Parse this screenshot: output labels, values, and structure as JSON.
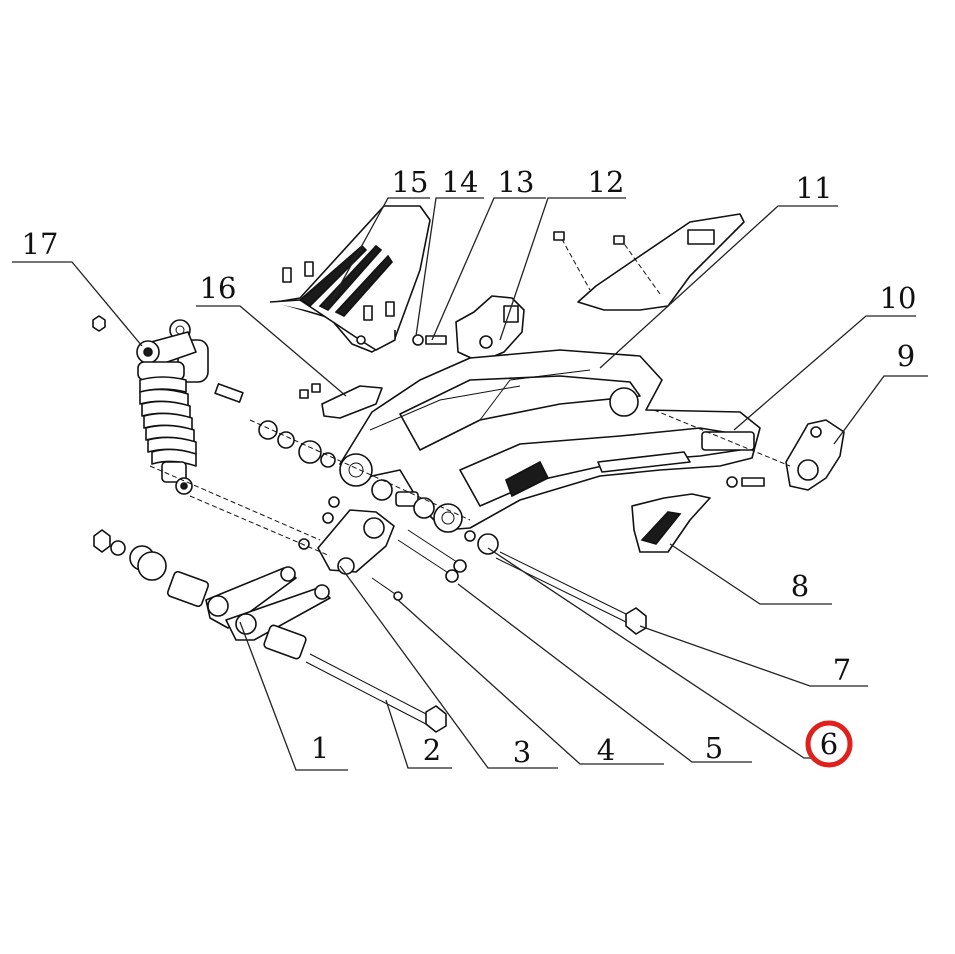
{
  "callouts": [
    {
      "id": "1",
      "label": "1",
      "highlighted": false
    },
    {
      "id": "2",
      "label": "2",
      "highlighted": false
    },
    {
      "id": "3",
      "label": "3",
      "highlighted": false
    },
    {
      "id": "4",
      "label": "4",
      "highlighted": false
    },
    {
      "id": "5",
      "label": "5",
      "highlighted": false
    },
    {
      "id": "6",
      "label": "6",
      "highlighted": true
    },
    {
      "id": "7",
      "label": "7",
      "highlighted": false
    },
    {
      "id": "8",
      "label": "8",
      "highlighted": false
    },
    {
      "id": "9",
      "label": "9",
      "highlighted": false
    },
    {
      "id": "10",
      "label": "10",
      "highlighted": false
    },
    {
      "id": "11",
      "label": "11",
      "highlighted": false
    },
    {
      "id": "12",
      "label": "12",
      "highlighted": false
    },
    {
      "id": "13",
      "label": "13",
      "highlighted": false
    },
    {
      "id": "14",
      "label": "14",
      "highlighted": false
    },
    {
      "id": "15",
      "label": "15",
      "highlighted": false
    },
    {
      "id": "16",
      "label": "16",
      "highlighted": false
    },
    {
      "id": "17",
      "label": "17",
      "highlighted": false
    }
  ],
  "colors": {
    "line": "#111111",
    "highlight_ring": "#e0201a",
    "background": "#ffffff"
  }
}
